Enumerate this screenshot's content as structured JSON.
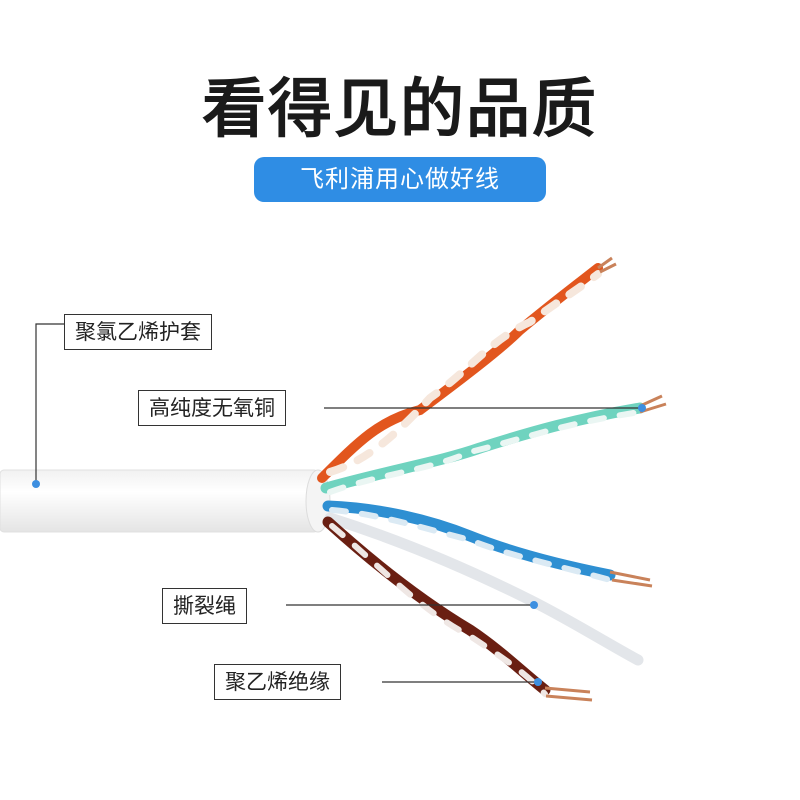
{
  "title": "看得见的品质",
  "subtitle": "飞利浦用心做好线",
  "labels": {
    "jacket": "聚氯乙烯护套",
    "copper": "高纯度无氧铜",
    "ripcord": "撕裂绳",
    "insulation": "聚乙烯绝缘"
  },
  "colors": {
    "accent": "#2f8de4",
    "orange_pair": "#e2561e",
    "green_pair": "#6fd3bf",
    "blue_pair": "#2e8fd2",
    "brown_pair": "#6a1f12",
    "copper": "#c9825a"
  }
}
